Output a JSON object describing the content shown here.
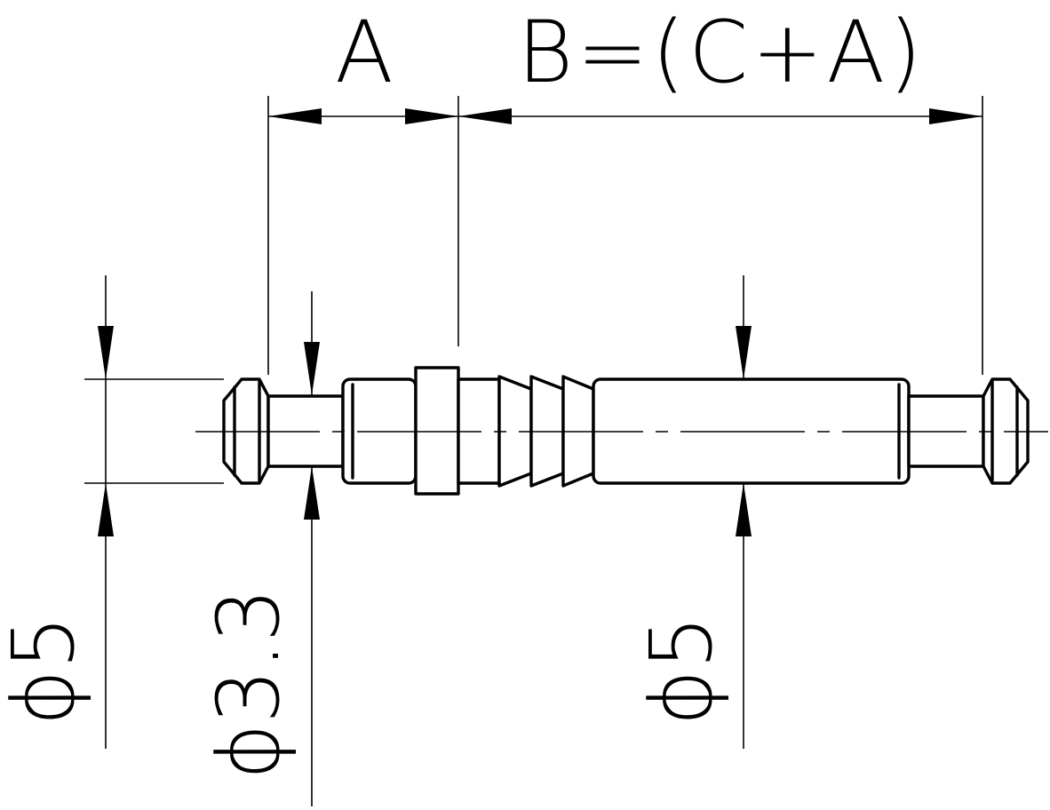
{
  "drawing": {
    "dimensions": {
      "a_label": "A",
      "b_label": "B=(C+A)",
      "left_diameter": "ϕ5",
      "neck_diameter": "ϕ3.3",
      "shaft_diameter": "ϕ5"
    },
    "line_color": "#000000",
    "background_color": "#ffffff"
  }
}
